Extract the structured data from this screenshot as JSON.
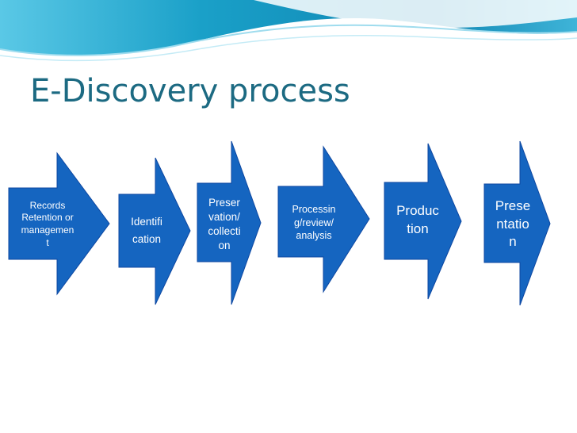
{
  "slide": {
    "title": "E-Discovery process"
  },
  "colors": {
    "arrow_fill": "#1565C0",
    "arrow_stroke": "#0D47A1",
    "title": "#1c6a82",
    "wave_dark": "#1aa0c8",
    "wave_light": "#7fd3ea"
  },
  "process_steps": [
    {
      "label": "Records\nRetention or\nmanagemen\nt"
    },
    {
      "label": "Identifi\ncation"
    },
    {
      "label": "Preser\nvation/\ncollecti\non"
    },
    {
      "label": "Processin\ng/review/\nanalysis"
    },
    {
      "label": "Produc\ntion"
    },
    {
      "label": "Prese\nntatio\nn"
    }
  ]
}
